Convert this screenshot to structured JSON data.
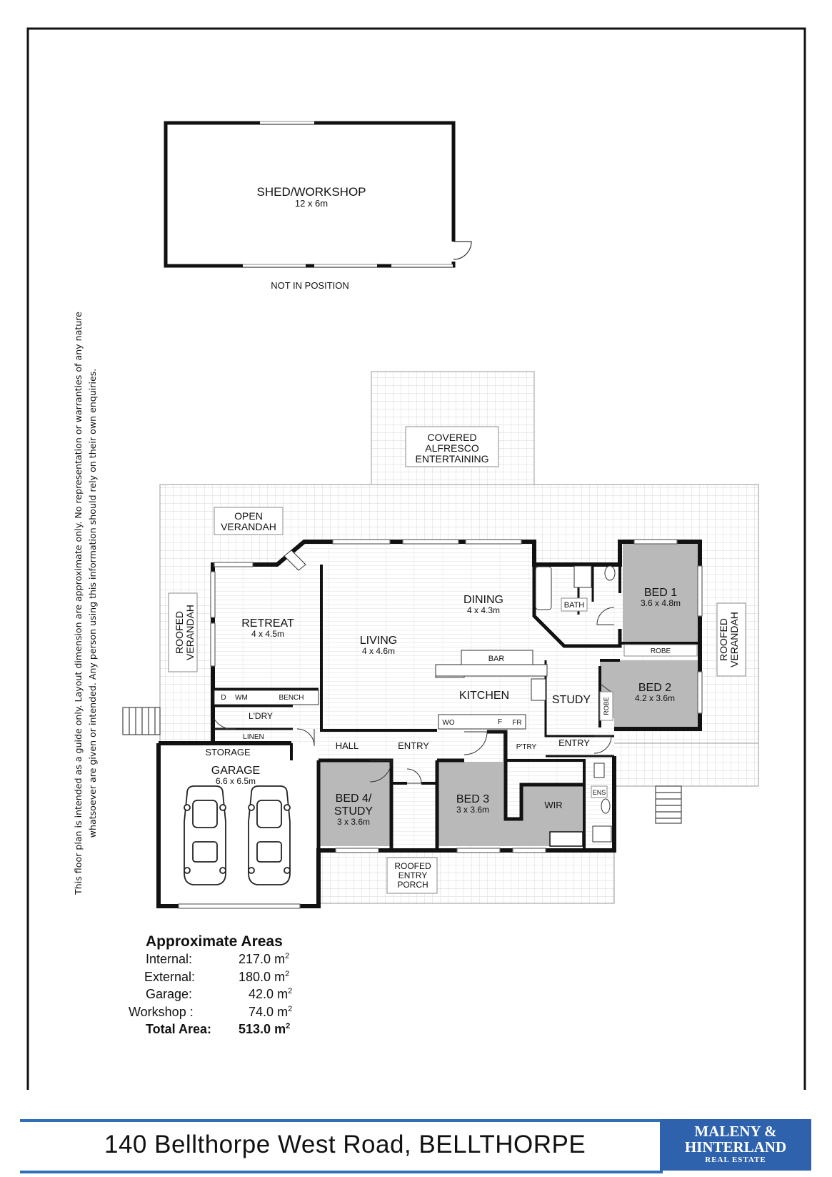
{
  "shed": {
    "name": "SHED/WORKSHOP",
    "size": "12 x 6m",
    "note": "NOT IN POSITION"
  },
  "rooms": {
    "covered_alfresco": [
      "COVERED",
      "ALFRESCO",
      "ENTERTAINING"
    ],
    "open_verandah": [
      "OPEN",
      "VERANDAH"
    ],
    "roofed_verandah_left": [
      "ROOFED",
      "VERANDAH"
    ],
    "roofed_verandah_right": [
      "ROOFED",
      "VERANDAH"
    ],
    "retreat": {
      "name": "RETREAT",
      "size": "4 x 4.5m"
    },
    "dining": {
      "name": "DINING",
      "size": "4 x 4.3m"
    },
    "living": {
      "name": "LIVING",
      "size": "4 x 4.6m"
    },
    "bath": "BATH",
    "bed1": {
      "name": "BED 1",
      "size": "3.6 x 4.8m"
    },
    "robe1": "ROBE",
    "bed2": {
      "name": "BED 2",
      "size": "4.2 x 3.6m"
    },
    "robe2": "ROBE",
    "bar": "BAR",
    "kitchen": "KITCHEN",
    "study": "STUDY",
    "laundry": {
      "d": "D",
      "wm": "WM",
      "bench": "BENCH",
      "name": "L'DRY",
      "linen": "LINEN"
    },
    "wo": "WO",
    "f": "F",
    "fr": "FR",
    "ptry": "P'TRY",
    "hall": "HALL",
    "entry1": "ENTRY",
    "entry2": "ENTRY",
    "storage": "STORAGE",
    "garage": {
      "name": "GARAGE",
      "size": "6.6 x 6.5m"
    },
    "bed4": {
      "name1": "BED 4/",
      "name2": "STUDY",
      "size": "3 x 3.6m"
    },
    "bed3": {
      "name": "BED 3",
      "size": "3 x 3.6m"
    },
    "wir": "WIR",
    "ens": "ENS",
    "porch": [
      "ROOFED",
      "ENTRY",
      "PORCH"
    ]
  },
  "disclaimer": {
    "line1": "This floor plan is intended as a guide only. Layout dimension are approximate only. No representation or warranties of any nature",
    "line2": "whatsoever are given or intended. Any person using this information should rely on their own enquiries."
  },
  "areas": {
    "title": "Approximate  Areas",
    "unit": "m",
    "unit_sup": "2",
    "rows": [
      {
        "name": "Internal:",
        "value": "217.0"
      },
      {
        "name": "External:",
        "value": "180.0"
      },
      {
        "name": "Garage:",
        "value": "42.0"
      },
      {
        "name": "Workshop :",
        "value": "74.0"
      }
    ],
    "total": {
      "name": "Total Area:",
      "value": "513.0"
    }
  },
  "footer": {
    "address": "140 Bellthorpe West Road, BELLTHORPE",
    "logo_line1": "MALENY &",
    "logo_line2": "HINTERLAND",
    "logo_line3": "REAL ESTATE"
  },
  "colors": {
    "accent": "#2f6fb7",
    "logo_bg": "#2f62ad",
    "bedroom_fill": "#b9b9b9",
    "wall": "#111111"
  }
}
